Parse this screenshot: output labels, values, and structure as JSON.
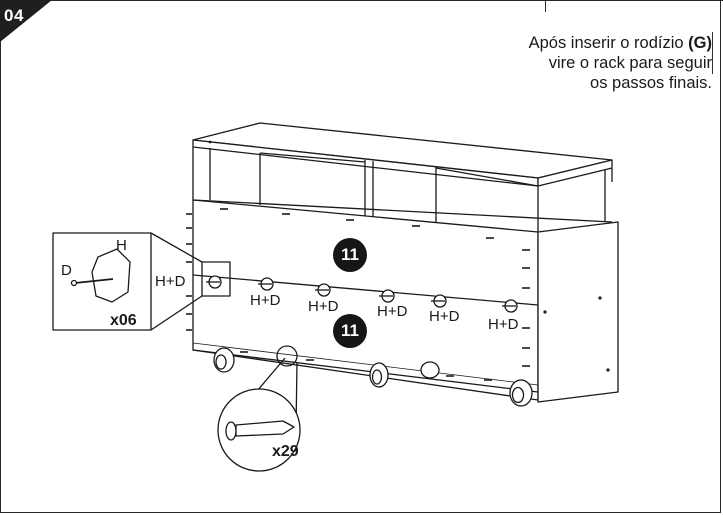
{
  "step": {
    "number": "04"
  },
  "instruction": {
    "line1_text": "Após inserir o rodízio ",
    "line1_bold": "(G)",
    "line2": "vire o rack para seguir",
    "line3": "os passos finais."
  },
  "detail_hardware": {
    "label_h": "H",
    "label_d": "D",
    "quantity": "x06"
  },
  "detail_nail": {
    "quantity": "x29"
  },
  "part_markers": [
    "11",
    "11"
  ],
  "fastener_labels": [
    "H+D",
    "H+D",
    "H+D",
    "H+D",
    "H+D",
    "H+D"
  ]
}
